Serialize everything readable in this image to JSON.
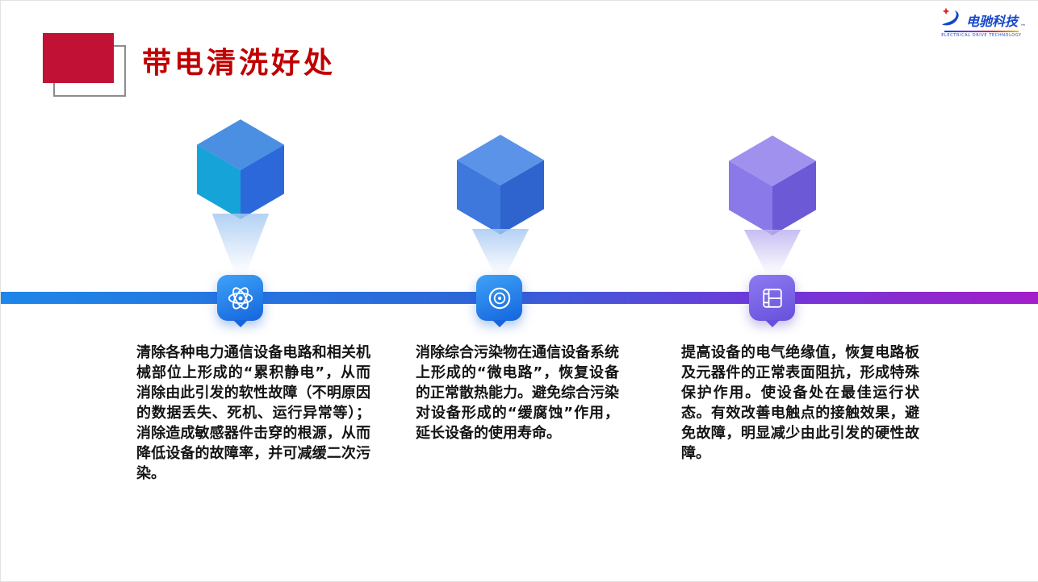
{
  "slide": {
    "title": "带电清洗好处"
  },
  "logo": {
    "name": "电驰科技",
    "tm": "™",
    "caption": "ELECTRICAL DRIVE TECHNOLOGY"
  },
  "columns": [
    {
      "icon": "atom-icon",
      "text": "清除各种电力通信设备电路和相关机械部位上形成的“累积静电”，从而消除由此引发的软性故障（不明原因的数据丢失、死机、运行异常等）；消除造成敏感器件击穿的根源，从而降低设备的故障率，并可减缓二次污染。",
      "cube": {
        "top": "#4a8fe2",
        "left": "#16a3d8",
        "right": "#2c68d9"
      }
    },
    {
      "icon": "disc-icon",
      "text": "消除综合污染物在通信设备系统上形成的“微电路”，恢复设备的正常散热能力。避免综合污染对设备形成的“缓腐蚀”作用，延长设备的使用寿命。",
      "cube": {
        "top": "#5b93e8",
        "left": "#3e78dc",
        "right": "#2f64cf"
      }
    },
    {
      "icon": "film-icon",
      "text": "提高设备的电气绝缘值，恢复电路板及元器件的正常表面阻抗，形成特殊保护作用。使设备处在最佳运行状态。有效改善电触点的接触效果，避免故障，明显减少由此引发的硬性故障。",
      "cube": {
        "top": "#a091ef",
        "left": "#8a79e8",
        "right": "#6b59d6"
      }
    }
  ],
  "colors": {
    "title-red": "#c00000",
    "square-red": "#c11236",
    "square-outline": "#8d8d8d",
    "bar-1": "#1e86e8",
    "bar-2": "#2d66d8",
    "bar-3": "#6c3bd9",
    "bar-4": "#a21ec9",
    "tile-blue-1": "#3fa2f7",
    "tile-blue-2": "#1465dd",
    "tile-purple-1": "#8d7bf0",
    "tile-purple-2": "#6750dc",
    "funnel-blue": "#a6c9f2",
    "funnel-purple": "#beb2f0",
    "logo-blue": "#1547c8",
    "text-dark": "#141414"
  }
}
